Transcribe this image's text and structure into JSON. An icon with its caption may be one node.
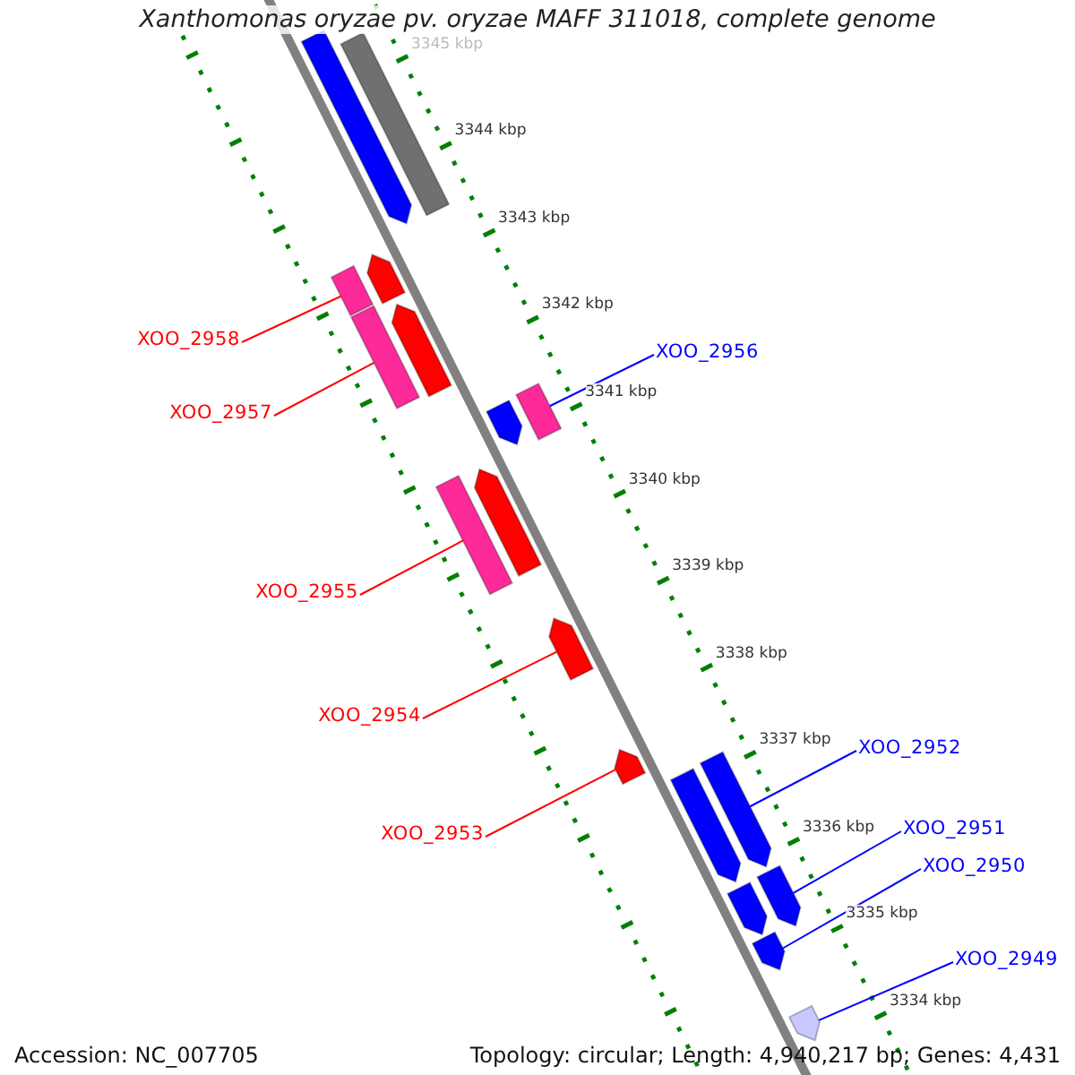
{
  "diagram": {
    "title": "Xanthomonas oryzae pv. oryzae MAFF 311018, complete genome",
    "nodes": [
      {
        "text": [
          "XOO_2958"
        ]
      },
      {
        "text": [],
        "shape": "box"
      },
      {
        "text": [
          "XOO_2957"
        ]
      },
      {
        "text": [],
        "shape": "box"
      },
      {
        "text": [
          "XOO_2956"
        ]
      },
      {
        "text": [],
        "shape": "box"
      },
      {
        "text": [
          "XOO_2955"
        ]
      },
      {
        "text": [],
        "shape": "box"
      },
      {
        "text": [
          "XOO_2954"
        ]
      },
      {
        "text": [],
        "shape": "arrow"
      },
      {
        "text": [
          "XOO_2952"
        ]
      },
      {
        "text": [],
        "shape": "arrow"
      },
      {
        "text": [
          "XOO_2953"
        ]
      },
      {
        "text": [],
        "shape": "arrow"
      },
      {
        "text": [
          "XOO_2951"
        ]
      },
      {
        "text": [],
        "shape": "arrow"
      },
      {
        "text": [
          "XOO_2950"
        ]
      },
      {
        "text": [],
        "shape": "arrow"
      },
      {
        "text": [
          "XOO_2949"
        ]
      },
      {
        "text": [],
        "shape": "arrow"
      },
      {
        "text": [],
        "shape": "arrow"
      },
      {
        "text": [],
        "shape": "box"
      },
      {
        "text": [],
        "shape": "arrow"
      },
      {
        "text": [],
        "shape": "arrow"
      },
      {
        "text": [],
        "shape": "arrow"
      },
      {
        "text": [],
        "shape": "arrow"
      },
      {
        "text": [],
        "shape": "arrow"
      },
      {
        "text": [],
        "shape": "arrow"
      }
    ],
    "edges": [
      {
        "from": 0,
        "to": 1,
        "arrow": "none",
        "color": "#ff0000"
      },
      {
        "from": 2,
        "to": 3,
        "arrow": "none",
        "color": "#ff0000"
      },
      {
        "from": 4,
        "to": 5,
        "arrow": "none",
        "color": "#0000ff"
      },
      {
        "from": 6,
        "to": 7,
        "arrow": "none",
        "color": "#ff0000"
      },
      {
        "from": 8,
        "to": 9,
        "arrow": "none",
        "color": "#ff0000"
      },
      {
        "from": 10,
        "to": 11,
        "arrow": "none",
        "color": "#0000ff"
      },
      {
        "from": 12,
        "to": 13,
        "arrow": "none",
        "color": "#ff0000"
      },
      {
        "from": 14,
        "to": 15,
        "arrow": "none",
        "color": "#0000ff"
      },
      {
        "from": 16,
        "to": 17,
        "arrow": "none",
        "color": "#0000ff"
      },
      {
        "from": 18,
        "to": 19,
        "arrow": "none",
        "color": "#0000ff"
      }
    ],
    "labels": [
      "3345 kbp",
      "3344 kbp",
      "3343 kbp",
      "3342 kbp",
      "3341 kbp",
      "3340 kbp",
      "3339 kbp",
      "3338 kbp",
      "3337 kbp",
      "3336 kbp",
      "3335 kbp",
      "3334 kbp",
      "Accession: NC_007705",
      "Topology: circular; Length: 4,940,217 bp; Genes: 4,431"
    ]
  }
}
